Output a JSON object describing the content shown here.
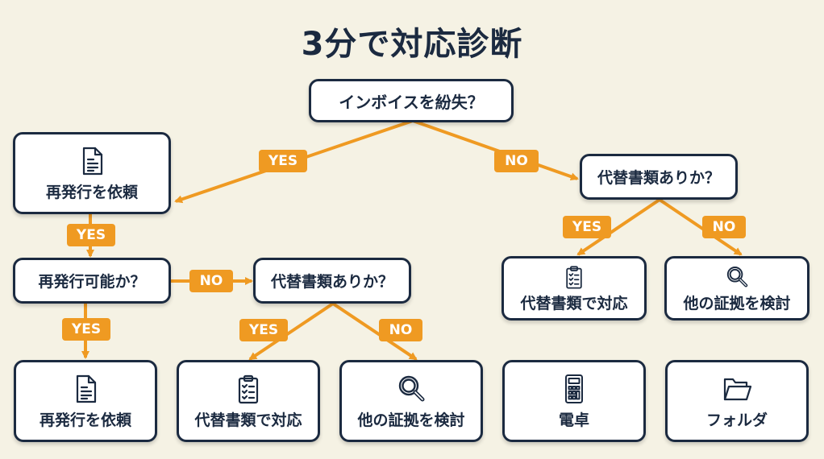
{
  "title": "3分で対応診断",
  "colors": {
    "accent": "#ef9a22",
    "node_border": "#1b2a40",
    "background": "#f5f2e4",
    "node_fill": "#ffffff"
  },
  "nodes": {
    "root": {
      "label": "インボイスを紛失？"
    },
    "reissue_request": {
      "label": "再発行を依頼",
      "icon": "document-icon"
    },
    "reissue_possible": {
      "label": "再発行可能か？"
    },
    "alt_docs_left": {
      "label": "代替書類ありか？"
    },
    "alt_docs_right": {
      "label": "代替書類ありか？"
    },
    "alt_handle_right": {
      "label": "代替書類で対応",
      "icon": "clipboard-checklist-icon"
    },
    "other_evidence_right": {
      "label": "他の証拠を検討",
      "icon": "magnifier-icon"
    },
    "reissue_request_bottom": {
      "label": "再発行を依頼",
      "icon": "document-icon"
    },
    "alt_handle_bottom": {
      "label": "代替書類で対応",
      "icon": "clipboard-checklist-icon"
    },
    "other_evidence_bottom": {
      "label": "他の証拠を検討",
      "icon": "magnifier-icon"
    },
    "calculator": {
      "label": "電卓",
      "icon": "calculator-icon"
    },
    "folder": {
      "label": "フォルダ",
      "icon": "folder-icon"
    }
  },
  "edges": [
    {
      "from": "root",
      "to": "reissue_request",
      "label": "YES"
    },
    {
      "from": "root",
      "to": "alt_docs_right",
      "label": "NO"
    },
    {
      "from": "reissue_request",
      "to": "reissue_possible",
      "label": "YES"
    },
    {
      "from": "reissue_possible",
      "to": "alt_docs_left",
      "label": "NO"
    },
    {
      "from": "reissue_possible",
      "to": "reissue_request_bottom",
      "label": "YES"
    },
    {
      "from": "alt_docs_left",
      "to": "alt_handle_bottom",
      "label": "YES"
    },
    {
      "from": "alt_docs_left",
      "to": "other_evidence_bottom",
      "label": "NO"
    },
    {
      "from": "alt_docs_right",
      "to": "alt_handle_right",
      "label": "YES"
    },
    {
      "from": "alt_docs_right",
      "to": "other_evidence_right",
      "label": "NO"
    }
  ]
}
